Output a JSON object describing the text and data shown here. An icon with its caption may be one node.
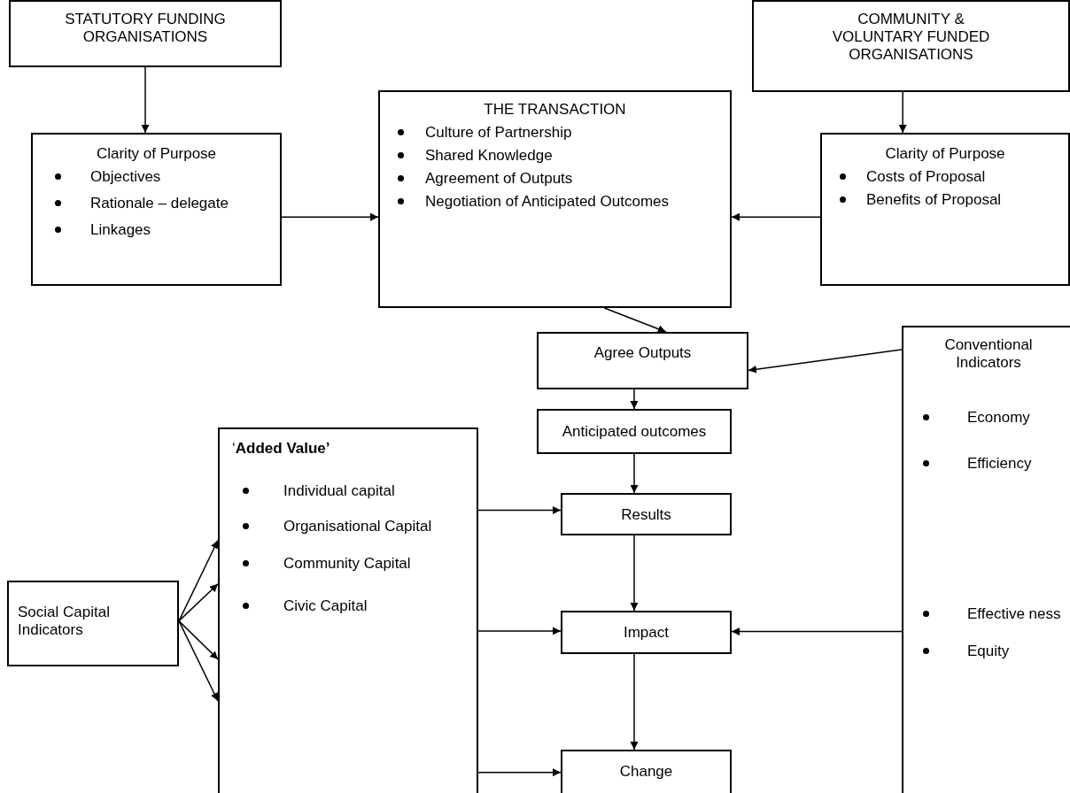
{
  "diagram": {
    "nodes": [
      {
        "text": [
          "STATUTORY FUNDING ORGANISATIONS"
        ]
      },
      {
        "text": [
          "COMMUNITY & VOLUNTARY FUNDED ORGANISATIONS"
        ]
      },
      {
        "text": [
          "Clarity of Purpose",
          "Objectives",
          "Rationale – delegate",
          "Linkages"
        ]
      },
      {
        "text": [
          "THE TRANSACTION",
          "Culture of Partnership",
          "Shared Knowledge",
          "Agreement of Outputs",
          "Negotiation of Anticipated Outcomes"
        ]
      },
      {
        "text": [
          "Clarity of Purpose",
          "Costs of Proposal",
          "Benefits of Proposal"
        ]
      },
      {
        "text": [
          "Agree Outputs"
        ]
      },
      {
        "text": [
          "Conventional Indicators",
          "Economy",
          "Efficiency",
          "Effective ness",
          "Equity"
        ]
      },
      {
        "text": [
          "‘**Added Value’**",
          "Individual capital",
          "Organisational Capital",
          "Community Capital",
          "Civic Capital"
        ]
      },
      {
        "text": [
          "Anticipated outcomes"
        ]
      },
      {
        "text": [
          "Social Capital Indicators"
        ]
      },
      {
        "text": [
          "Results"
        ]
      },
      {
        "text": [
          "Impact"
        ]
      },
      {
        "text": [
          "Change"
        ]
      }
    ],
    "edges": [
      {
        "from": 0,
        "to": 2,
        "arrow": "to"
      },
      {
        "from": 1,
        "to": 4,
        "arrow": "to"
      },
      {
        "from": 2,
        "to": 3,
        "arrow": "to"
      },
      {
        "from": 4,
        "to": 3,
        "arrow": "to"
      },
      {
        "from": 3,
        "to": 5,
        "arrow": "to"
      },
      {
        "from": 6,
        "to": 5,
        "arrow": "to"
      },
      {
        "from": 5,
        "to": 8,
        "arrow": "to"
      },
      {
        "from": 8,
        "to": 10,
        "arrow": "to"
      },
      {
        "from": 7,
        "to": 10,
        "arrow": "to"
      },
      {
        "from": 10,
        "to": 11,
        "arrow": "to"
      },
      {
        "from": 7,
        "to": 11,
        "arrow": "to"
      },
      {
        "from": 6,
        "to": 11,
        "arrow": "to"
      },
      {
        "from": 11,
        "to": 12,
        "arrow": "to"
      },
      {
        "from": 7,
        "to": 12,
        "arrow": "to"
      },
      {
        "from": 9,
        "to": 7,
        "arrow": "to"
      },
      {
        "from": 9,
        "to": 7,
        "arrow": "to"
      },
      {
        "from": 9,
        "to": 7,
        "arrow": "to"
      },
      {
        "from": 9,
        "to": 7,
        "arrow": "to"
      }
    ]
  }
}
